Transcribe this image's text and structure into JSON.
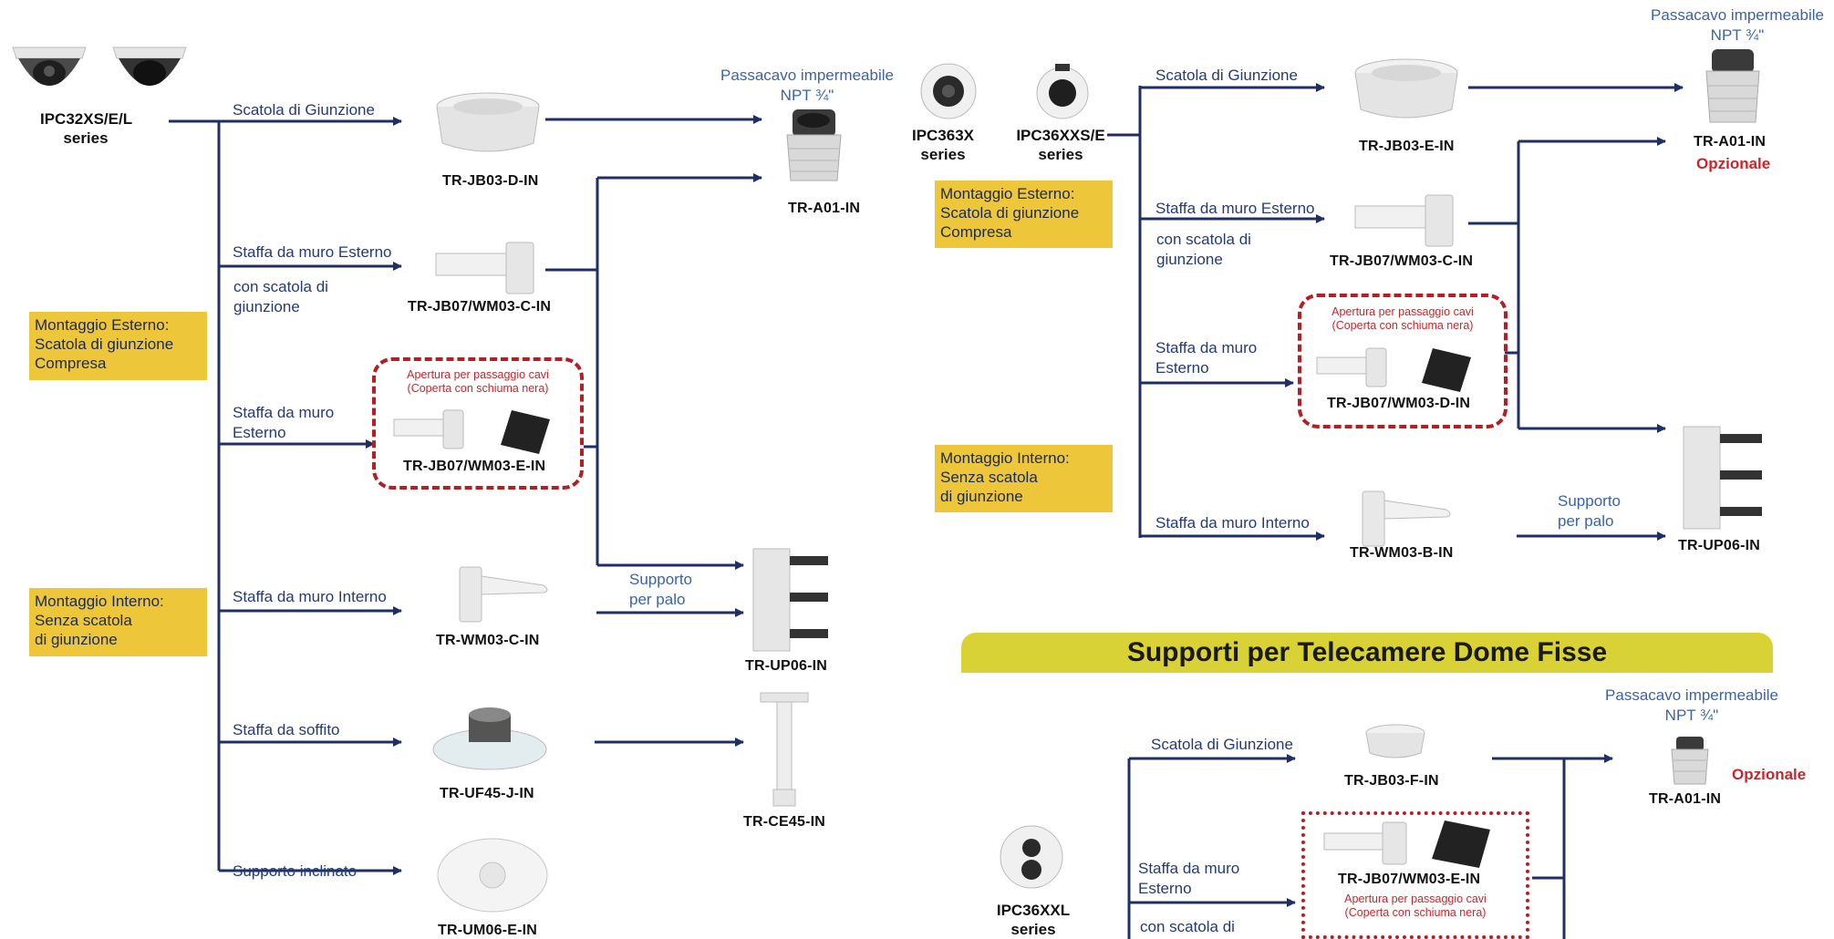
{
  "colors": {
    "line": "#1f2f66",
    "label": "#243a7a",
    "accent_blue": "#3a63a8",
    "red": "#c8262d",
    "yellow_box": "#edc63a",
    "banner": "#d8d237"
  },
  "title": "Supporti per Telecamere Dome Fisse",
  "common": {
    "passacavo": "Passacavo impermeabile",
    "npt": "NPT ¾\"",
    "apertura": "Apertura per passaggio cavi",
    "coperta": "(Coperta con schiuma nera)",
    "opzionale": "Opzionale"
  },
  "left": {
    "camera_line1": "IPC32XS/E/L",
    "camera_line2": "series",
    "ext_box": [
      "Montaggio Esterno:",
      "Scatola di giunzione",
      "Compresa"
    ],
    "int_box": [
      "Montaggio Interno:",
      "Senza scatola",
      "di giunzione"
    ],
    "labels": {
      "scatola": "Scatola di Giunzione",
      "staffa_est": "Staffa da muro Esterno",
      "con_scatola": [
        "con scatola di",
        "giunzione"
      ],
      "staffa_muro_est": [
        "Staffa da muro",
        "Esterno"
      ],
      "staffa_int": "Staffa da muro Interno",
      "soffito": "Staffa da soffito",
      "inclinato": "Supporto inclinato",
      "supporto_palo": [
        "Supporto",
        "per palo"
      ]
    },
    "products": {
      "jb03d": "TR-JB03-D-IN",
      "a01": "TR-A01-IN",
      "jb07c": "TR-JB07/WM03-C-IN",
      "jb07e": "TR-JB07/WM03-E-IN",
      "wm03c": "TR-WM03-C-IN",
      "up06": "TR-UP06-IN",
      "uf45": "TR-UF45-J-IN",
      "ce45": "TR-CE45-IN",
      "um06": "TR-UM06-E-IN"
    }
  },
  "right_top": {
    "camera1": [
      "IPC363X",
      "series"
    ],
    "camera2": [
      "IPC36XXS/E",
      "series"
    ],
    "ext_box": [
      "Montaggio Esterno:",
      "Scatola di giunzione",
      "Compresa"
    ],
    "int_box": [
      "Montaggio Interno:",
      "Senza scatola",
      "di giunzione"
    ],
    "labels": {
      "scatola": "Scatola di Giunzione",
      "staffa_est": "Staffa da muro Esterno",
      "con_scatola": [
        "con scatola di",
        "giunzione"
      ],
      "staffa_muro_est": [
        "Staffa da muro",
        "Esterno"
      ],
      "staffa_int": "Staffa da muro Interno",
      "supporto_palo": [
        "Supporto",
        "per palo"
      ]
    },
    "products": {
      "jb03e": "TR-JB03-E-IN",
      "a01": "TR-A01-IN",
      "jb07c": "TR-JB07/WM03-C-IN",
      "jb07d": "TR-JB07/WM03-D-IN",
      "wm03b": "TR-WM03-B-IN",
      "up06": "TR-UP06-IN"
    }
  },
  "right_bottom": {
    "camera": [
      "IPC36XXL",
      "series"
    ],
    "labels": {
      "scatola": "Scatola di Giunzione",
      "staffa_muro_est": [
        "Staffa da muro",
        "Esterno"
      ],
      "con_scatola": "con scatola di"
    },
    "products": {
      "jb03f": "TR-JB03-F-IN",
      "jb07e": "TR-JB07/WM03-E-IN",
      "a01": "TR-A01-IN"
    }
  }
}
